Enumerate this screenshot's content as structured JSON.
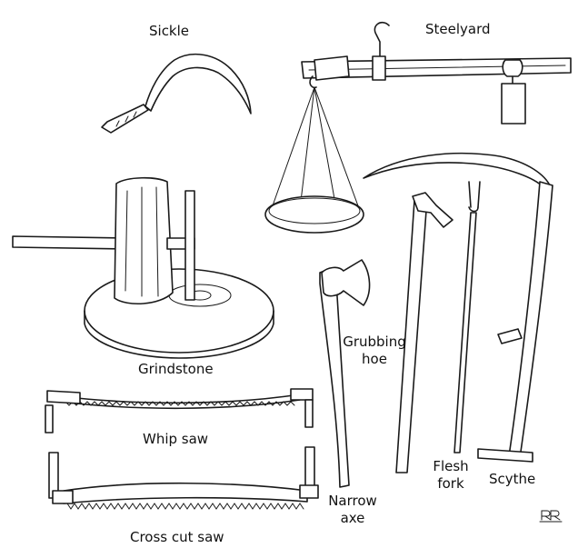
{
  "labels": {
    "sickle": "Sickle",
    "steelyard": "Steelyard",
    "grindstone": "Grindstone",
    "whip_saw": "Whip saw",
    "cross_cut_saw": "Cross cut saw",
    "narrow_axe_line1": "Narrow",
    "narrow_axe_line2": "axe",
    "grubbing_hoe_line1": "Grubbing",
    "grubbing_hoe_line2": "hoe",
    "flesh_fork_line1": "Flesh",
    "flesh_fork_line2": "fork",
    "scythe": "Scythe"
  },
  "signature_mark": "RR",
  "colors": {
    "ink": "#1a1a1a",
    "paper": "#ffffff"
  }
}
